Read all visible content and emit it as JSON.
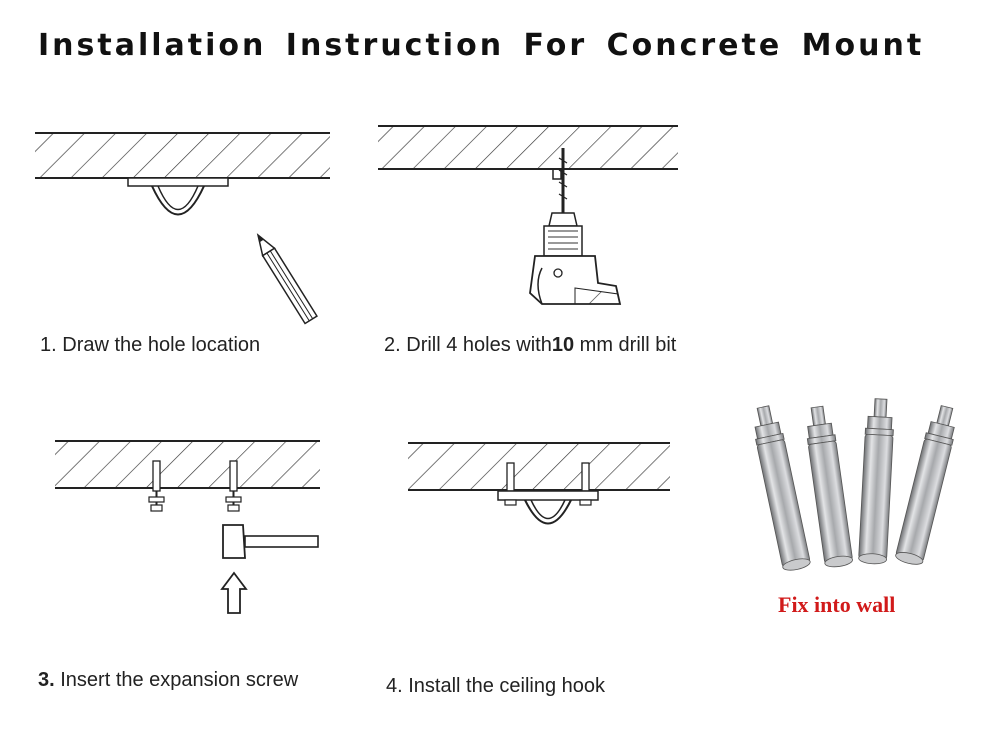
{
  "title": "Installation Instruction For Concrete  Mount",
  "steps": [
    {
      "number": "1.",
      "text": "Draw the hole location"
    },
    {
      "number": "2.",
      "text_before": "Drill 4 holes with",
      "highlight": "10",
      "text_after": "mm drill bit"
    },
    {
      "number": "3.",
      "text": "Insert the expansion screw"
    },
    {
      "number": "4.",
      "text": "Install the ceiling hook"
    }
  ],
  "product_caption": "Fix into wall",
  "colors": {
    "caption_red": "#d11a1a",
    "line": "#222222"
  },
  "icons": [
    "pencil-icon",
    "drill-icon",
    "hammer-icon",
    "up-arrow-icon",
    "expansion-bolt-image"
  ]
}
